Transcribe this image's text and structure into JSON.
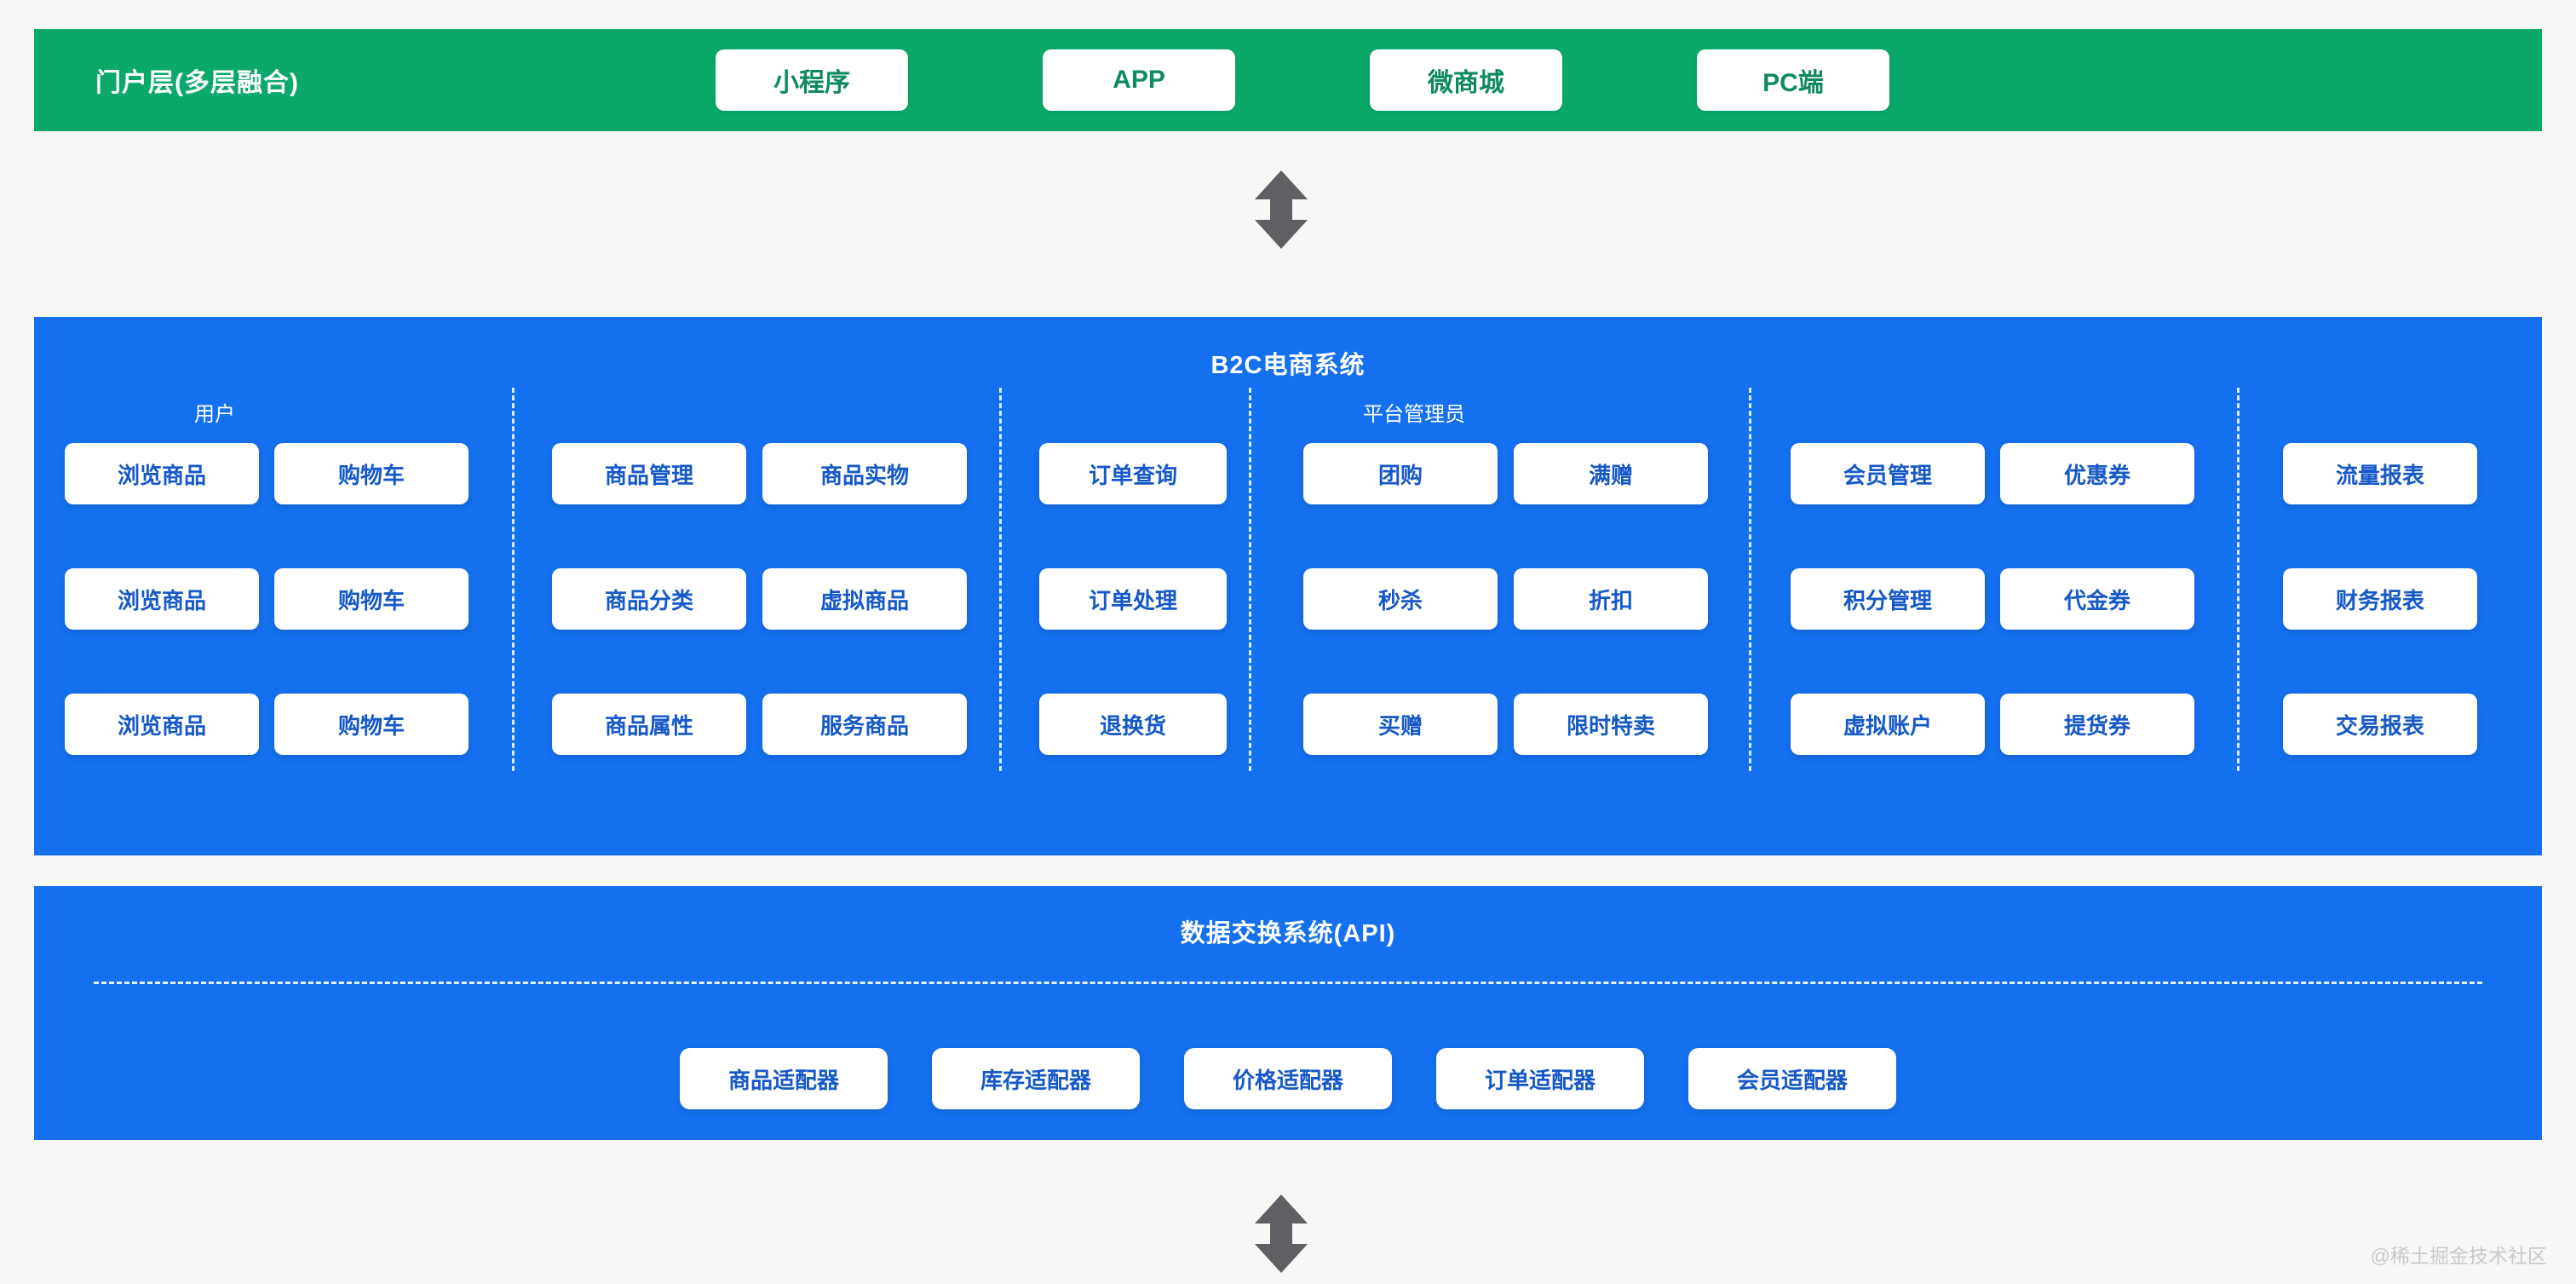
{
  "theme": {
    "portal_green": "#0aa96a",
    "system_blue": "#1470ef",
    "card_text_blue": "#1558c8",
    "page_bg": "#f7f7f5",
    "arrow_gray": "#5f6063"
  },
  "portal": {
    "title": "门户层(多层融合)",
    "chips": [
      {
        "label": "小程序"
      },
      {
        "label": "APP"
      },
      {
        "label": "微商城"
      },
      {
        "label": "PC端"
      }
    ]
  },
  "connectors": {
    "top_arrow": "double-arrow-vertical",
    "bottom_arrow": "double-arrow-vertical"
  },
  "b2c": {
    "title": "B2C电商系统",
    "group_labels": [
      {
        "text": "用户"
      },
      {
        "text": "平台管理员"
      }
    ],
    "columns": [
      {
        "name": "user-browse",
        "cards": [
          "浏览商品",
          "浏览商品",
          "浏览商品"
        ]
      },
      {
        "name": "user-cart",
        "cards": [
          "购物车",
          "购物车",
          "购物车"
        ]
      },
      {
        "name": "goods-manage",
        "cards": [
          "商品管理",
          "商品分类",
          "商品属性"
        ]
      },
      {
        "name": "goods-type",
        "cards": [
          "商品实物",
          "虚拟商品",
          "服务商品"
        ]
      },
      {
        "name": "order",
        "cards": [
          "订单查询",
          "订单处理",
          "退换货"
        ]
      },
      {
        "name": "promo-left",
        "cards": [
          "团购",
          "秒杀",
          "买赠"
        ]
      },
      {
        "name": "promo-right",
        "cards": [
          "满赠",
          "折扣",
          "限时特卖"
        ]
      },
      {
        "name": "member",
        "cards": [
          "会员管理",
          "积分管理",
          "虚拟账户"
        ]
      },
      {
        "name": "coupon",
        "cards": [
          "优惠券",
          "代金券",
          "提货券"
        ]
      },
      {
        "name": "report",
        "cards": [
          "流量报表",
          "财务报表",
          "交易报表"
        ]
      }
    ]
  },
  "api": {
    "title": "数据交换系统(API)",
    "adapters": [
      {
        "label": "商品适配器"
      },
      {
        "label": "库存适配器"
      },
      {
        "label": "价格适配器"
      },
      {
        "label": "订单适配器"
      },
      {
        "label": "会员适配器"
      }
    ]
  },
  "watermark": "@稀土掘金技术社区"
}
